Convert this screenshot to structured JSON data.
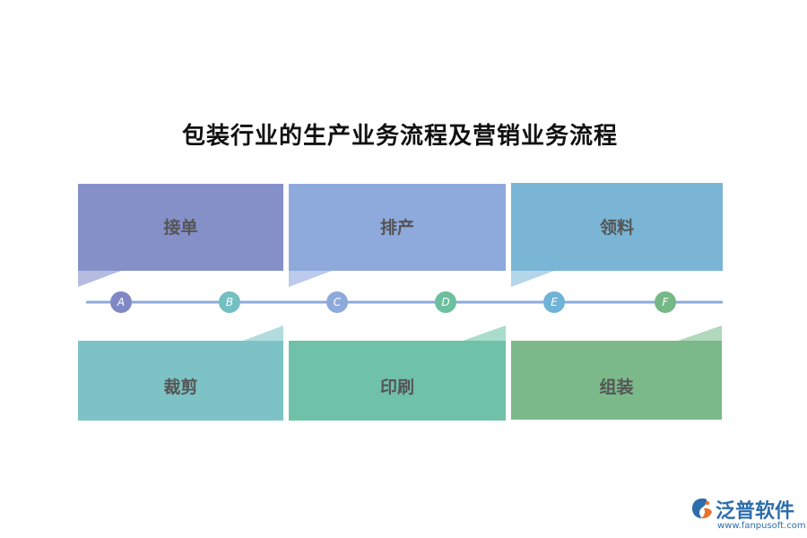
{
  "title": "包装行业的生产业务流程及营销业务流程",
  "steps_top": [
    {
      "label": "接单",
      "color": "#8590c9",
      "tab_color": "#b6bce0"
    },
    {
      "label": "排产",
      "color": "#8ea9dc",
      "tab_color": "#bccbeb"
    },
    {
      "label": "领料",
      "color": "#7ab5d5",
      "tab_color": "#b3d6e9"
    }
  ],
  "steps_bottom": [
    {
      "label": "裁剪",
      "color": "#7dc3c6",
      "tab_color": "#b2dcdd"
    },
    {
      "label": "印刷",
      "color": "#6fc1a7",
      "tab_color": "#a9dccb"
    },
    {
      "label": "组装",
      "color": "#7bb98a",
      "tab_color": "#b0d8bb"
    }
  ],
  "timeline": {
    "line_color": "#8eabd7",
    "markers": [
      {
        "letter": "A",
        "color": "#8088c4"
      },
      {
        "letter": "B",
        "color": "#73bfc2"
      },
      {
        "letter": "C",
        "color": "#8ea9dc"
      },
      {
        "letter": "D",
        "color": "#6cbf9f"
      },
      {
        "letter": "E",
        "color": "#6fb3d6"
      },
      {
        "letter": "F",
        "color": "#74b886"
      }
    ]
  },
  "logo": {
    "name": "泛普软件",
    "url": "www.fanpusoft.com",
    "color": "#2e6dab",
    "accent": "#e8732a",
    "icon": "fanpu-logo-icon"
  }
}
